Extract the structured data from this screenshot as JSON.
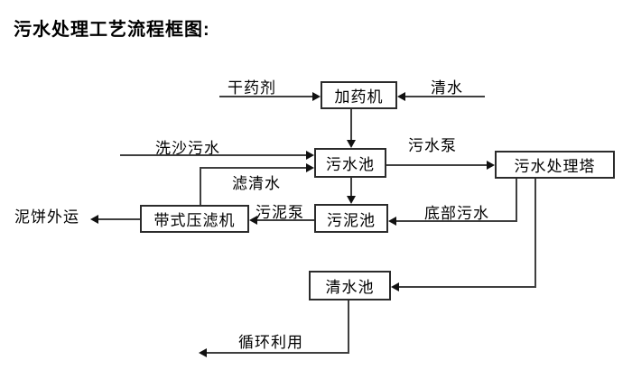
{
  "title": "污水处理工艺流程框图:",
  "nodes": {
    "dosing_machine": "加药机",
    "sewage_pool": "污水池",
    "treatment_tower": "污水处理塔",
    "sludge_pool": "污泥池",
    "belt_filter_press": "带式压滤机",
    "clean_water_pool": "清水池"
  },
  "flow_labels": {
    "dry_agent": "干药剂",
    "clean_water": "清水",
    "sand_washing_sewage": "洗沙污水",
    "sewage_pump": "污水泵",
    "filtered_water": "滤清水",
    "sludge_pump": "污泥泵",
    "bottom_sewage": "底部污水",
    "mud_cake_out": "泥饼外运",
    "recycle_use": "循环利用"
  },
  "edges": [
    {
      "from": "干药剂(输入)",
      "to": "加药机",
      "label": "干药剂"
    },
    {
      "from": "清水(输入)",
      "to": "加药机",
      "label": "清水"
    },
    {
      "from": "加药机",
      "to": "污水池",
      "label": ""
    },
    {
      "from": "洗沙污水(输入)",
      "to": "污水池",
      "label": "洗沙污水"
    },
    {
      "from": "带式压滤机",
      "to": "污水池",
      "label": "滤清水"
    },
    {
      "from": "污水池",
      "to": "污水处理塔",
      "label": "污水泵"
    },
    {
      "from": "污水池",
      "to": "污泥池",
      "label": ""
    },
    {
      "from": "污水处理塔",
      "to": "污泥池",
      "label": "底部污水"
    },
    {
      "from": "污泥池",
      "to": "带式压滤机",
      "label": "污泥泵"
    },
    {
      "from": "带式压滤机",
      "to": "泥饼外运(输出)",
      "label": "泥饼外运"
    },
    {
      "from": "污水处理塔",
      "to": "清水池",
      "label": ""
    },
    {
      "from": "清水池",
      "to": "循环利用(输出)",
      "label": "循环利用"
    }
  ],
  "colors": {
    "background": "#ffffff",
    "text": "#000000",
    "line": "#3f3f3f",
    "arrowhead": "#111111",
    "box_border": "#2b2b2b"
  }
}
